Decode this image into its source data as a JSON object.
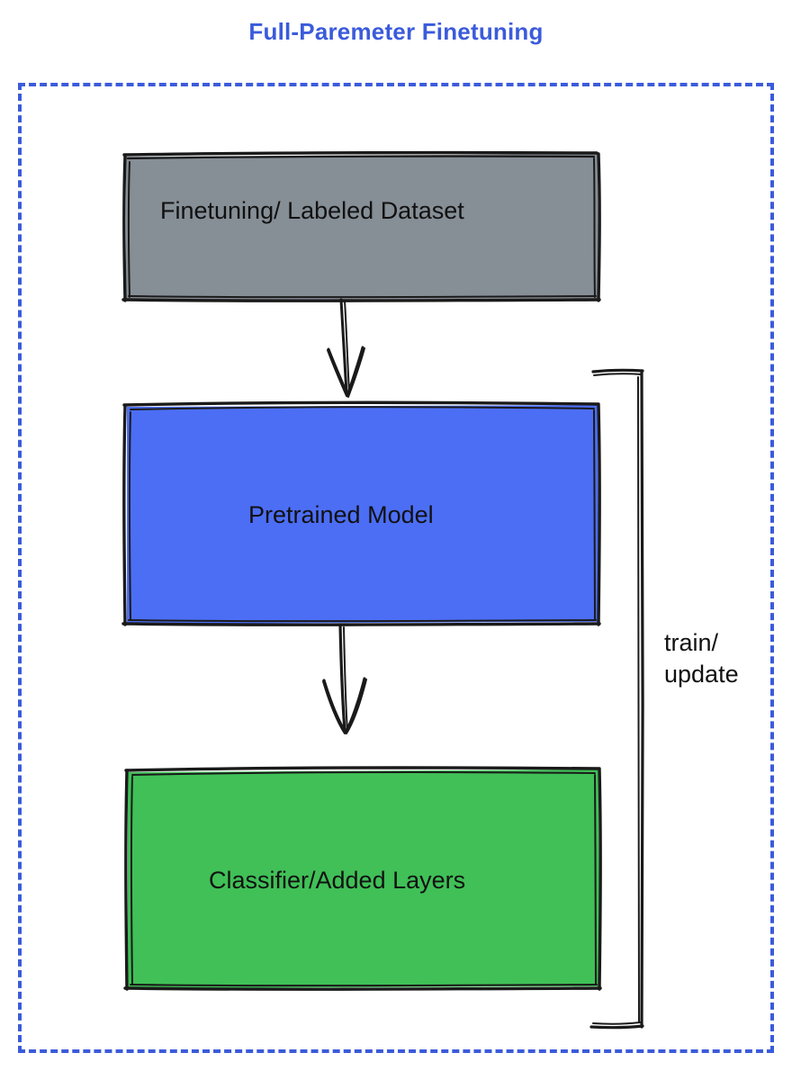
{
  "title": "Full-Paremeter Finetuning",
  "colors": {
    "title_text": "#3b5bdb",
    "frame_dashed": "#3b5bdb",
    "dataset_fill": "#868e96",
    "pretrained_fill": "#4c6ef5",
    "classifier_fill": "#40c057",
    "stroke": "#1a1a1a",
    "label_text": "#111111",
    "background": "#ffffff"
  },
  "nodes": [
    {
      "id": "dataset",
      "label": "Finetuning/ Labeled Dataset",
      "fill": "#868e96",
      "shape": "rectangle"
    },
    {
      "id": "pretrained",
      "label": "Pretrained Model",
      "fill": "#4c6ef5",
      "shape": "rectangle"
    },
    {
      "id": "classifier",
      "label": "Classifier/Added Layers",
      "fill": "#40c057",
      "shape": "rectangle"
    }
  ],
  "edges": [
    {
      "id": "dataset-to-pretrained",
      "from": "dataset",
      "to": "pretrained",
      "label": "",
      "style": "arrow-down"
    },
    {
      "id": "pretrained-to-classifier",
      "from": "pretrained",
      "to": "classifier",
      "label": "",
      "style": "arrow-down"
    },
    {
      "id": "feedback-loop",
      "from": "classifier",
      "to": "pretrained",
      "label_line1": "train/",
      "label_line2": "update",
      "style": "bracket-right"
    }
  ],
  "feedback_label": {
    "line1": "train/",
    "line2": "update"
  }
}
